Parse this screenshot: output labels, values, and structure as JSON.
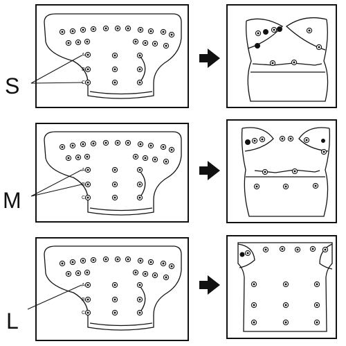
{
  "sizes": [
    {
      "label": "S",
      "row_labels": [
        "A",
        "B",
        "C"
      ]
    },
    {
      "label": "M",
      "row_labels": [
        "A",
        "B",
        "C"
      ]
    },
    {
      "label": "L",
      "row_labels": [
        "A",
        "B",
        "C"
      ]
    }
  ],
  "colors": {
    "ink": "#111111",
    "paper": "#ffffff"
  },
  "icons": {
    "arrow": "right-arrow-icon",
    "snap": "snap-button-icon"
  }
}
